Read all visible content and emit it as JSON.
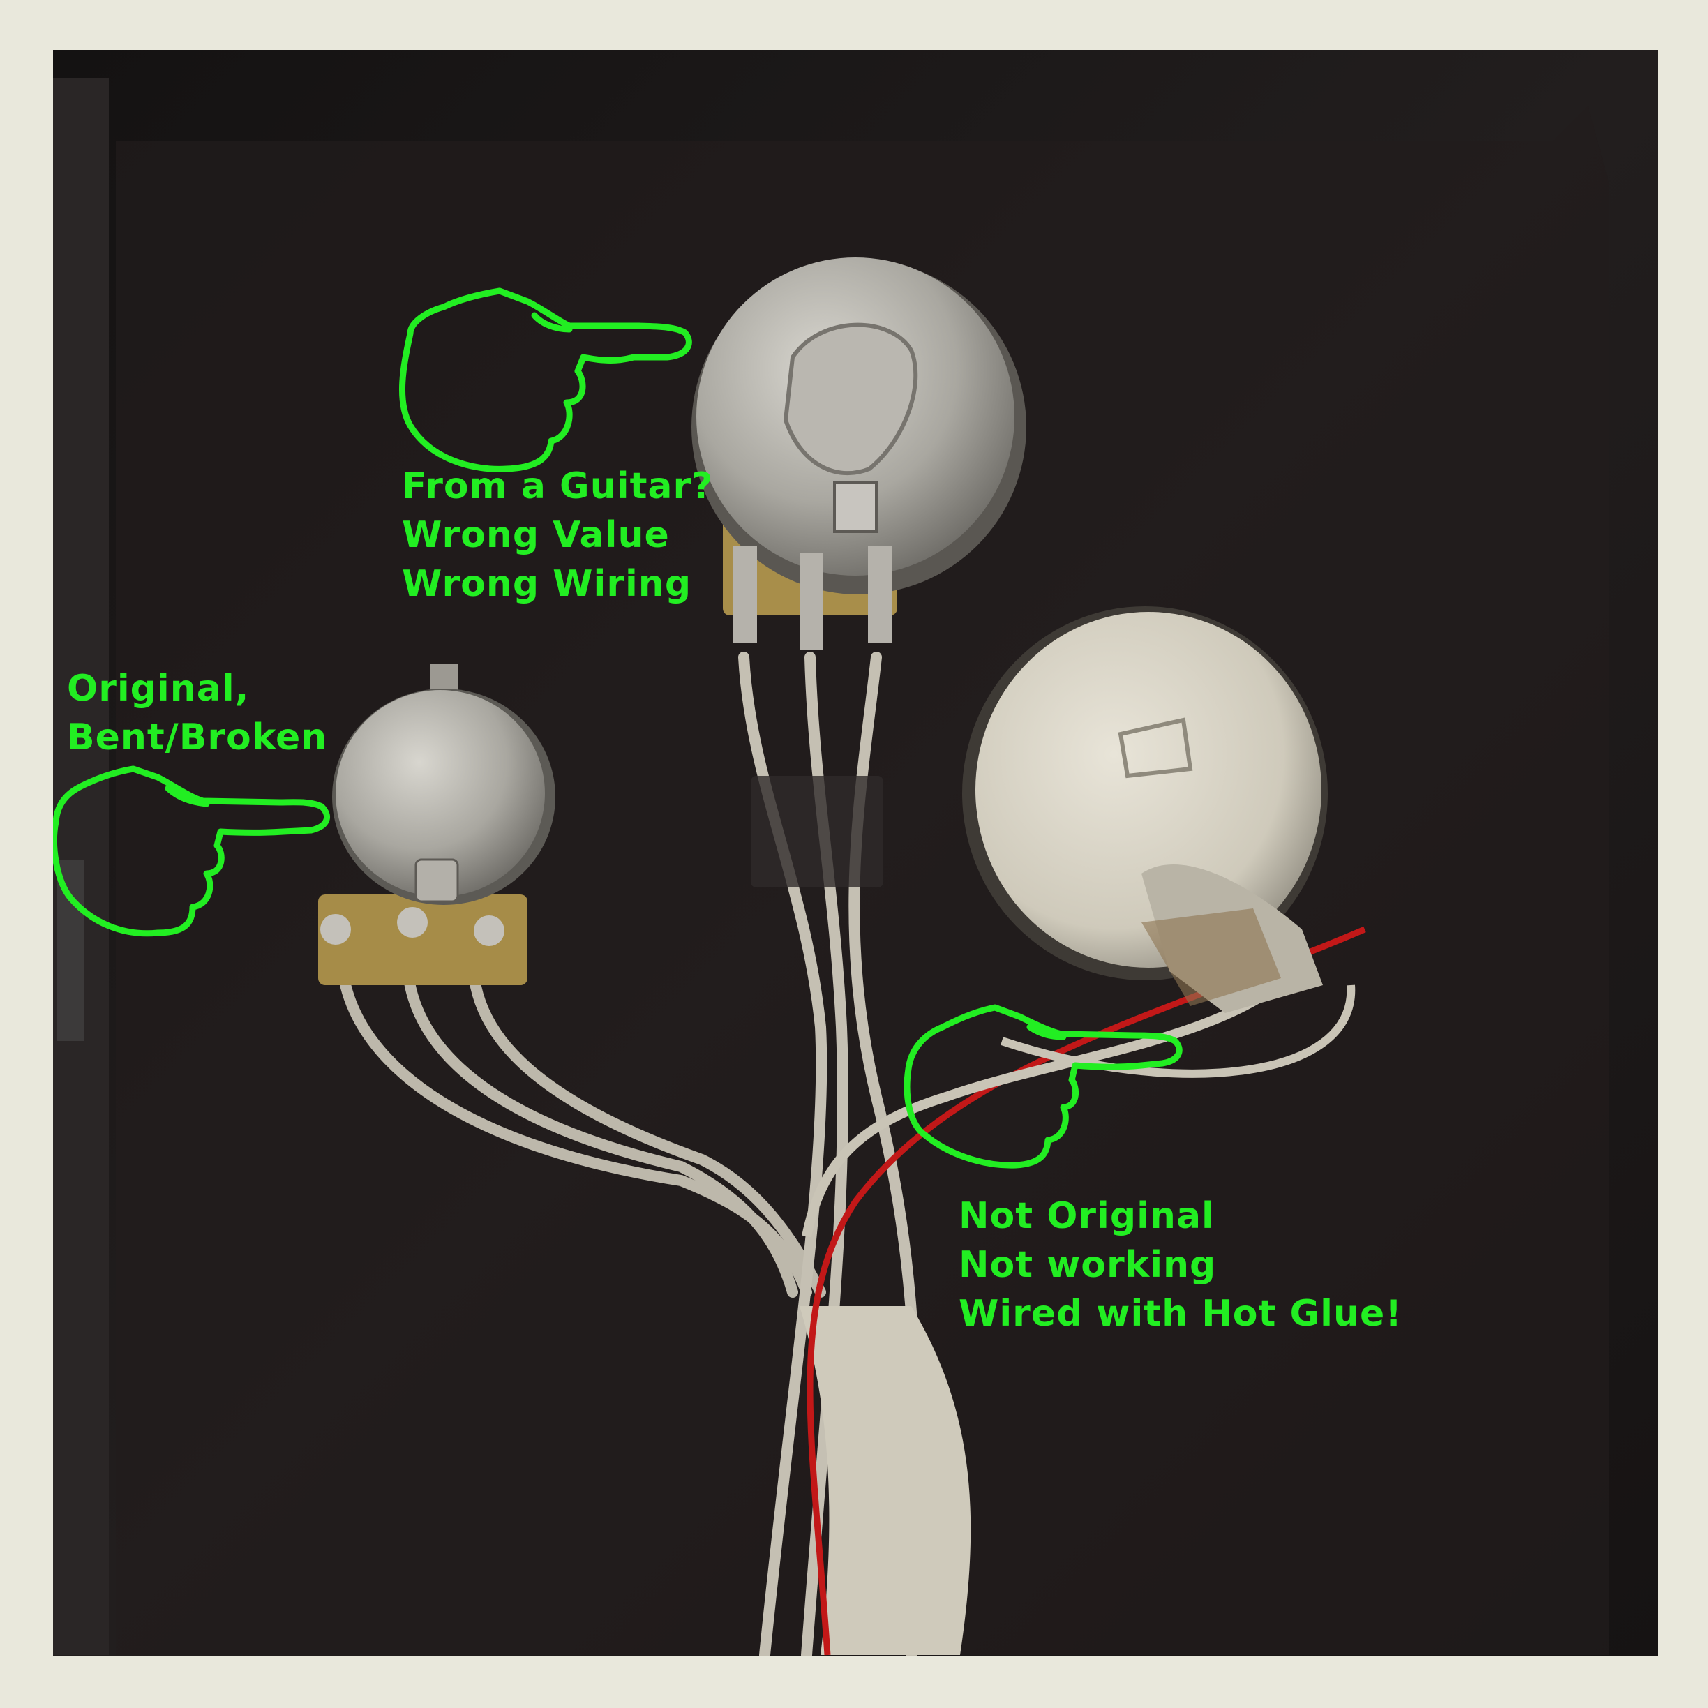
{
  "annotations": {
    "top_pot": {
      "lines": [
        "From a Guitar?",
        "Wrong Value",
        "Wrong Wiring"
      ]
    },
    "left_pot": {
      "lines": [
        "Original,",
        "Bent/Broken"
      ]
    },
    "right_pot": {
      "lines": [
        "Not Original",
        "Not working",
        "Wired with Hot Glue!"
      ]
    }
  },
  "colors": {
    "annotation": "#22ee22",
    "frame": "#e9e8dc",
    "background": "#1b1818"
  },
  "icons": [
    "pointing-hand-icon"
  ]
}
